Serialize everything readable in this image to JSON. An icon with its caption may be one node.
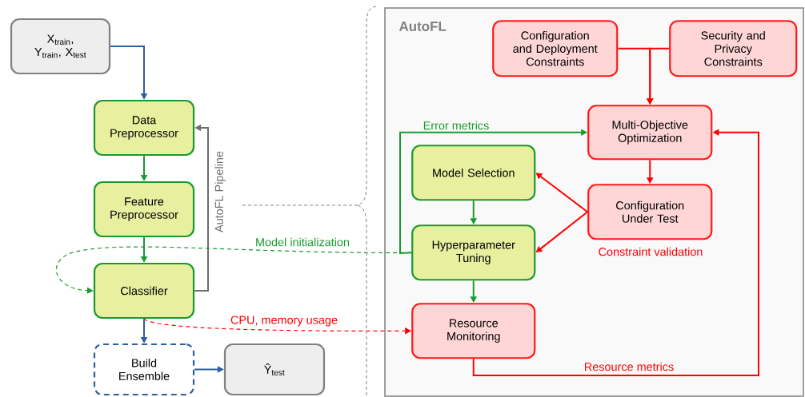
{
  "diagram": {
    "nodes": [
      {
        "text": [
          "X$_{train}$, Y$_{train}$, X$_{test}$"
        ]
      },
      {
        "text": [
          "Data Preprocessor"
        ]
      },
      {
        "text": [
          "Feature Preprocessor"
        ]
      },
      {
        "text": [
          "Classifier"
        ]
      },
      {
        "text": [
          "Build Ensemble"
        ]
      },
      {
        "text": [
          "Ŷ$_{test}$"
        ]
      },
      {
        "text": [
          "AutoFL"
        ]
      },
      {
        "text": [
          "Configuration and Deployment Constraints"
        ],
        "in": 6
      },
      {
        "text": [
          "Security and Privacy Constraints"
        ],
        "in": 6
      },
      {
        "text": [
          "Multi-Objective Optimization"
        ],
        "in": 6
      },
      {
        "text": [
          "Model Selection"
        ],
        "in": 6
      },
      {
        "text": [
          "Configuration Under Test"
        ],
        "beside": [
          "Constraint validation"
        ],
        "in": 6
      },
      {
        "text": [
          "Hyperparameter Tuning"
        ],
        "in": 6
      },
      {
        "text": [
          "Resource Monitoring"
        ],
        "in": 6
      }
    ],
    "edges": [
      {
        "from": 0,
        "to": 1,
        "arrow": "to",
        "color": "#2e5f9e"
      },
      {
        "from": 1,
        "to": 2,
        "arrow": "to",
        "color": "#1a9a2e"
      },
      {
        "from": 2,
        "to": 3,
        "arrow": "to",
        "color": "#1a9a2e"
      },
      {
        "from": 3,
        "to": 1,
        "arrow": "to",
        "color": "#6e6e6e",
        "label": "AutoFL Pipeline"
      },
      {
        "from": 3,
        "to": 4,
        "arrow": "to",
        "color": "#2e5f9e"
      },
      {
        "from": 4,
        "to": 5,
        "arrow": "to",
        "color": "#2e5f9e"
      },
      {
        "from": 7,
        "to": 9,
        "arrow": "to",
        "color": "#ff0000"
      },
      {
        "from": 8,
        "to": 9,
        "arrow": "to",
        "color": "#ff0000"
      },
      {
        "from": 9,
        "to": 11,
        "arrow": "to",
        "color": "#ff0000"
      },
      {
        "from": 11,
        "to": 10,
        "arrow": "to",
        "color": "#ff0000"
      },
      {
        "from": 11,
        "to": 12,
        "arrow": "to",
        "color": "#ff0000"
      },
      {
        "from": 10,
        "to": 12,
        "arrow": "to",
        "color": "#1a9a2e"
      },
      {
        "from": 12,
        "to": 13,
        "arrow": "to",
        "color": "#1a9a2e"
      },
      {
        "from": 12,
        "to": 9,
        "arrow": "to",
        "color": "#1a9a2e",
        "label": "Error metrics"
      },
      {
        "from": 12,
        "to": 3,
        "arrow": "to",
        "color": "#1a9a2e",
        "style": "dashed",
        "label": "Model initialization"
      },
      {
        "from": 3,
        "to": 13,
        "arrow": "to",
        "color": "#ff0000",
        "style": "dashed",
        "label": "CPU, memory usage"
      },
      {
        "from": 13,
        "to": 9,
        "arrow": "to",
        "color": "#ff0000",
        "label": "Resource metrics"
      }
    ]
  }
}
